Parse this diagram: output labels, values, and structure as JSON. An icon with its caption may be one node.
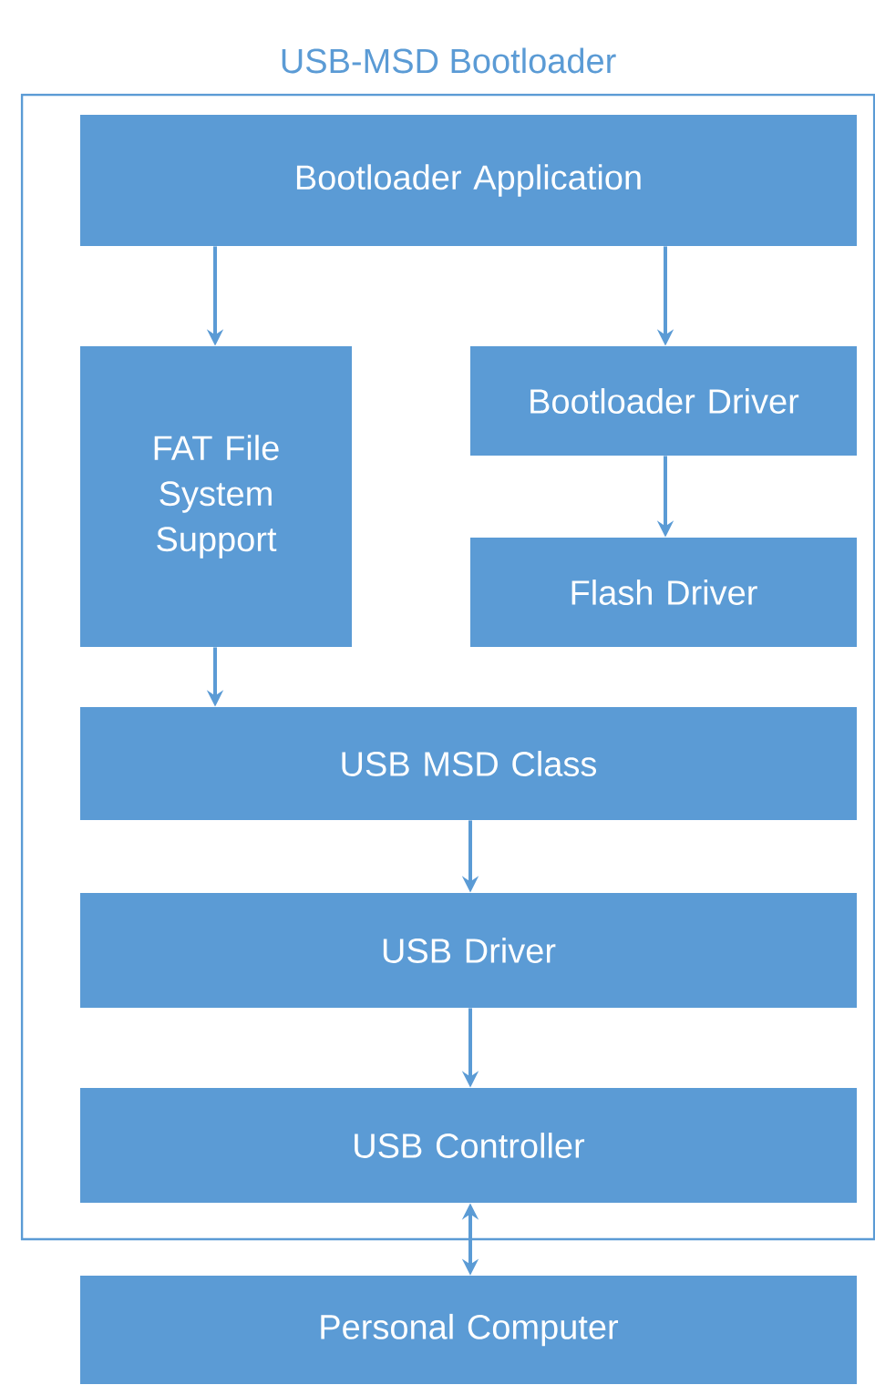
{
  "diagram": {
    "nodes": [
      {
        "text": [
          "USB-MSD Bootloader"
        ]
      },
      {
        "text": [
          "Bootloader Application"
        ],
        "in": 0
      },
      {
        "text": [
          "FAT File System Support"
        ],
        "in": 0
      },
      {
        "text": [
          "Bootloader Driver"
        ],
        "in": 0
      },
      {
        "text": [
          "Flash Driver"
        ],
        "in": 0
      },
      {
        "text": [
          "USB MSD Class"
        ],
        "in": 0
      },
      {
        "text": [
          "USB Driver"
        ],
        "in": 0
      },
      {
        "text": [
          "USB Controller"
        ],
        "in": 0
      },
      {
        "text": [
          "Personal Computer"
        ]
      }
    ],
    "edges": [
      {
        "from": 1,
        "to": 2,
        "arrow": "to"
      },
      {
        "from": 1,
        "to": 3,
        "arrow": "to"
      },
      {
        "from": 3,
        "to": 4,
        "arrow": "to"
      },
      {
        "from": 2,
        "to": 5,
        "arrow": "to"
      },
      {
        "from": 5,
        "to": 6,
        "arrow": "to"
      },
      {
        "from": 6,
        "to": 7,
        "arrow": "to"
      },
      {
        "from": 7,
        "to": 8,
        "arrow": "both"
      }
    ]
  }
}
